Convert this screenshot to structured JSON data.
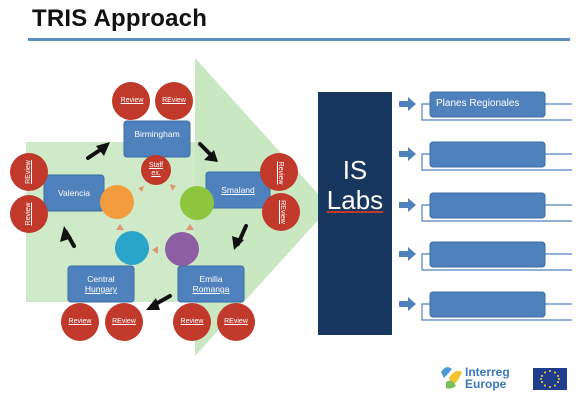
{
  "slide": {
    "title": "TRIS Approach"
  },
  "regions": {
    "birmingham": "Birmingham",
    "smaland": "Smaland",
    "valencia": "Valencia",
    "central_hungary_line1": "Central",
    "central_hungary_line2": "Hungary",
    "emilia_romagna_line1": "Emilia",
    "emilia_romagna_line2": "Romanga",
    "staff_ex_line1": "Staff",
    "staff_ex_line2": "ex."
  },
  "review_labels": {
    "review": "Review",
    "review_alt": "REview"
  },
  "center": {
    "line1": "IS",
    "line2": "Labs"
  },
  "outputs": [
    "Planes Regionales",
    "",
    "",
    "",
    ""
  ],
  "logo": {
    "line1": "Interreg",
    "line2": "Europe"
  },
  "colors": {
    "title_rule": "#5b8fbf",
    "light_green": "#c9e8c1",
    "dark_navy": "#17375e",
    "box_blue": "#4f81bd",
    "review_red": "#c0392b",
    "orange_circle": "#f39c3d",
    "green_circle": "#8ec63f",
    "teal_circle": "#2aa5c8",
    "purple_circle": "#8e5ea2"
  }
}
